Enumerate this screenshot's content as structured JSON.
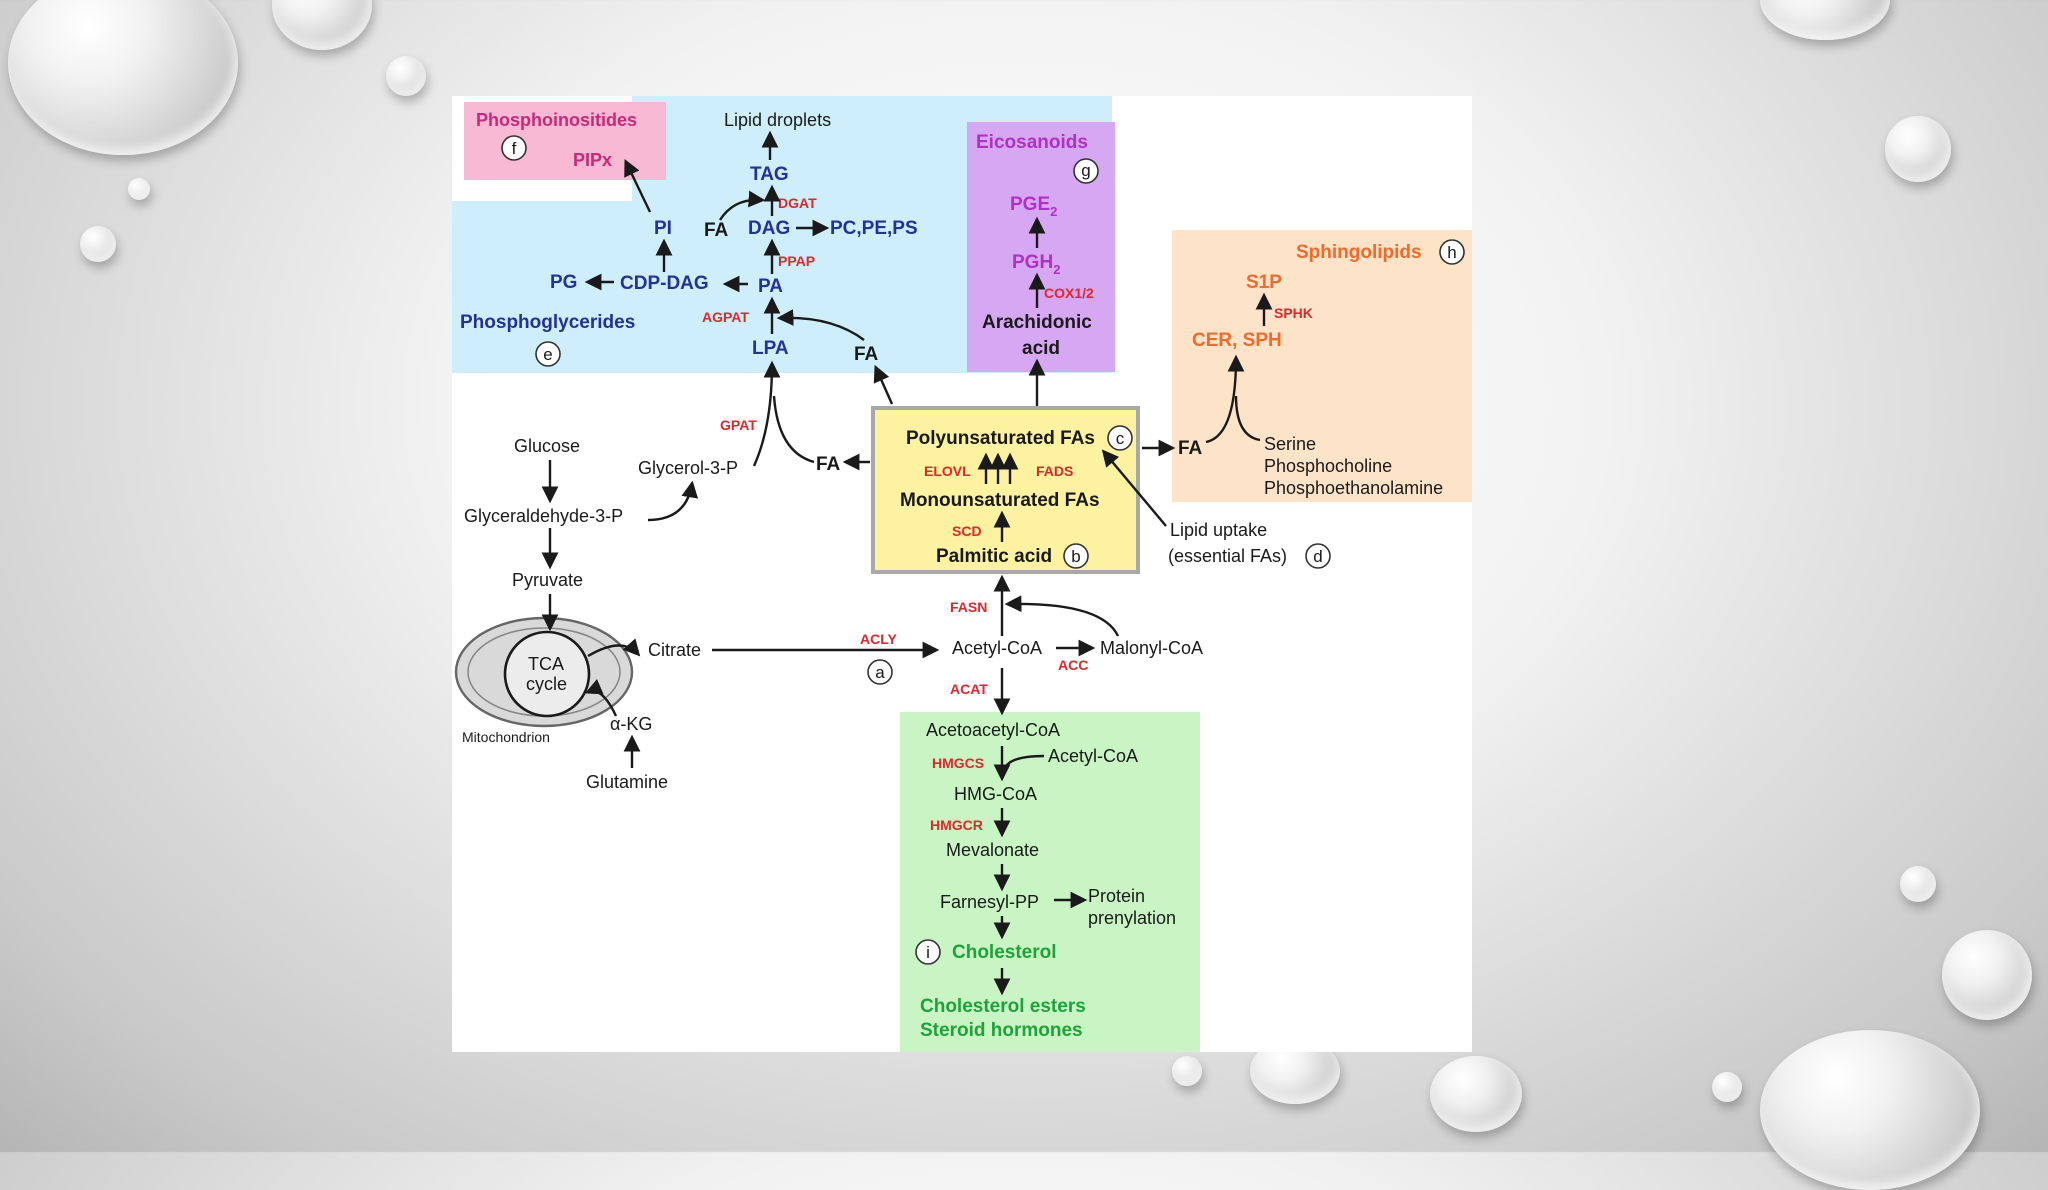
{
  "diagram": {
    "phosphoinositides": {
      "title": "Phosphoinositides",
      "marker": "f",
      "pipx": "PIPx"
    },
    "phosphoglycerides": {
      "title": "Phosphoglycerides",
      "marker": "e",
      "lipid_droplets": "Lipid droplets",
      "tag": "TAG",
      "dgat": "DGAT",
      "fa_left": "FA",
      "dag": "DAG",
      "pc_pe_ps": "PC,PE,PS",
      "pi": "PI",
      "ppap": "PPAP",
      "pg": "PG",
      "cdp_dag": "CDP-DAG",
      "pa": "PA",
      "agpat": "AGPAT",
      "lpa": "LPA",
      "fa_right": "FA"
    },
    "eicosanoids": {
      "title": "Eicosanoids",
      "marker": "g",
      "pge": "PGE",
      "pge_sub": "2",
      "pgh": "PGH",
      "pgh_sub": "2",
      "cox": "COX1/2",
      "arachidonic_1": "Arachidonic",
      "arachidonic_2": "acid"
    },
    "sphingolipids": {
      "title": "Sphingolipids",
      "marker": "h",
      "s1p": "S1P",
      "sphk": "SPHK",
      "cer_sph": "CER, SPH",
      "fa": "FA",
      "serine": "Serine",
      "phosphocholine": "Phosphocholine",
      "phosphoethanolamine": "Phosphoethanolamine"
    },
    "fatty_acids": {
      "pufa": "Polyunsaturated FAs",
      "marker_c": "c",
      "elovl": "ELOVL",
      "fads": "FADS",
      "mufa": "Monounsaturated FAs",
      "scd": "SCD",
      "palmitic": "Palmitic acid",
      "marker_b": "b",
      "lipid_uptake_1": "Lipid uptake",
      "lipid_uptake_2": "(essential FAs)",
      "marker_d": "d",
      "fasn": "FASN"
    },
    "glycolysis": {
      "glucose": "Glucose",
      "gly3p": "Glyceraldehyde-3-P",
      "glycerol3p": "Glycerol-3-P",
      "gpat": "GPAT",
      "fa": "FA",
      "pyruvate": "Pyruvate",
      "tca_1": "TCA",
      "tca_2": "cycle",
      "mitochondrion": "Mitochondrion",
      "citrate": "Citrate",
      "akg": "α-KG",
      "glutamine": "Glutamine"
    },
    "acetyl": {
      "acly": "ACLY",
      "marker_a": "a",
      "acetyl_coa": "Acetyl-CoA",
      "acc": "ACC",
      "malonyl_coa": "Malonyl-CoA",
      "acat": "ACAT"
    },
    "cholesterol": {
      "acetoacetyl": "Acetoacetyl-CoA",
      "hmgcs": "HMGCS",
      "acetyl_coa": "Acetyl-CoA",
      "hmg_coa": "HMG-CoA",
      "hmgcr": "HMGCR",
      "mevalonate": "Mevalonate",
      "farnesyl": "Farnesyl-PP",
      "protein_1": "Protein",
      "protein_2": "prenylation",
      "marker_i": "i",
      "cholesterol": "Cholesterol",
      "esters": "Cholesterol esters",
      "steroid": "Steroid hormones"
    },
    "colors": {
      "blue_region": "#cdeefa",
      "pink_region": "#f7b9d4",
      "purple_region": "#d6a7f2",
      "orange_region": "#fde3c8",
      "green_region": "#c9f5c4",
      "yellow_box": "#fcf2a0",
      "red_label": "#e3262b"
    }
  }
}
